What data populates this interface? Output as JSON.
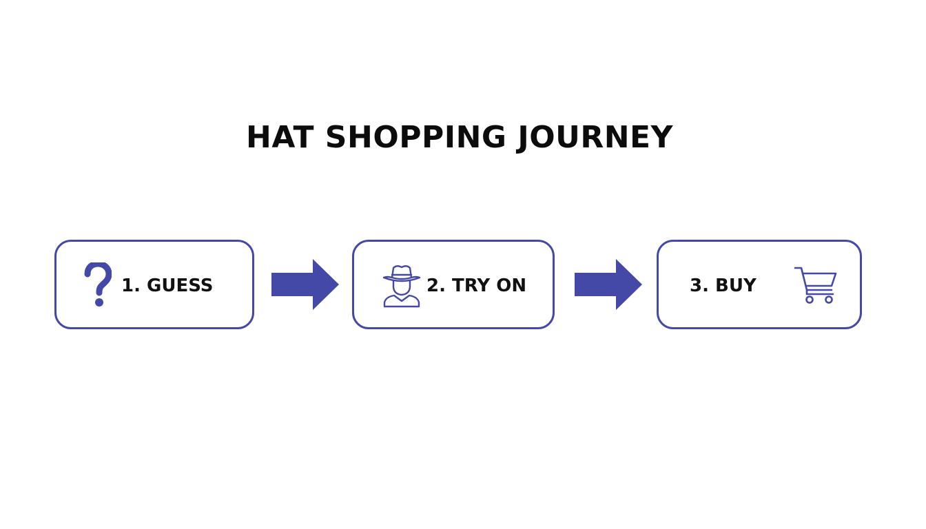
{
  "diagram": {
    "title": "HAT SHOPPING JOURNEY",
    "steps": [
      {
        "label": "1. GUESS",
        "icon": "question-mark-icon"
      },
      {
        "label": "2. TRY ON",
        "icon": "person-with-hat-icon"
      },
      {
        "label": "3. BUY",
        "icon": "shopping-cart-icon"
      }
    ],
    "connectors": [
      "arrow-right-icon",
      "arrow-right-icon"
    ],
    "colors": {
      "accent": "#4449a8",
      "text": "#111111",
      "background": "#ffffff"
    }
  }
}
